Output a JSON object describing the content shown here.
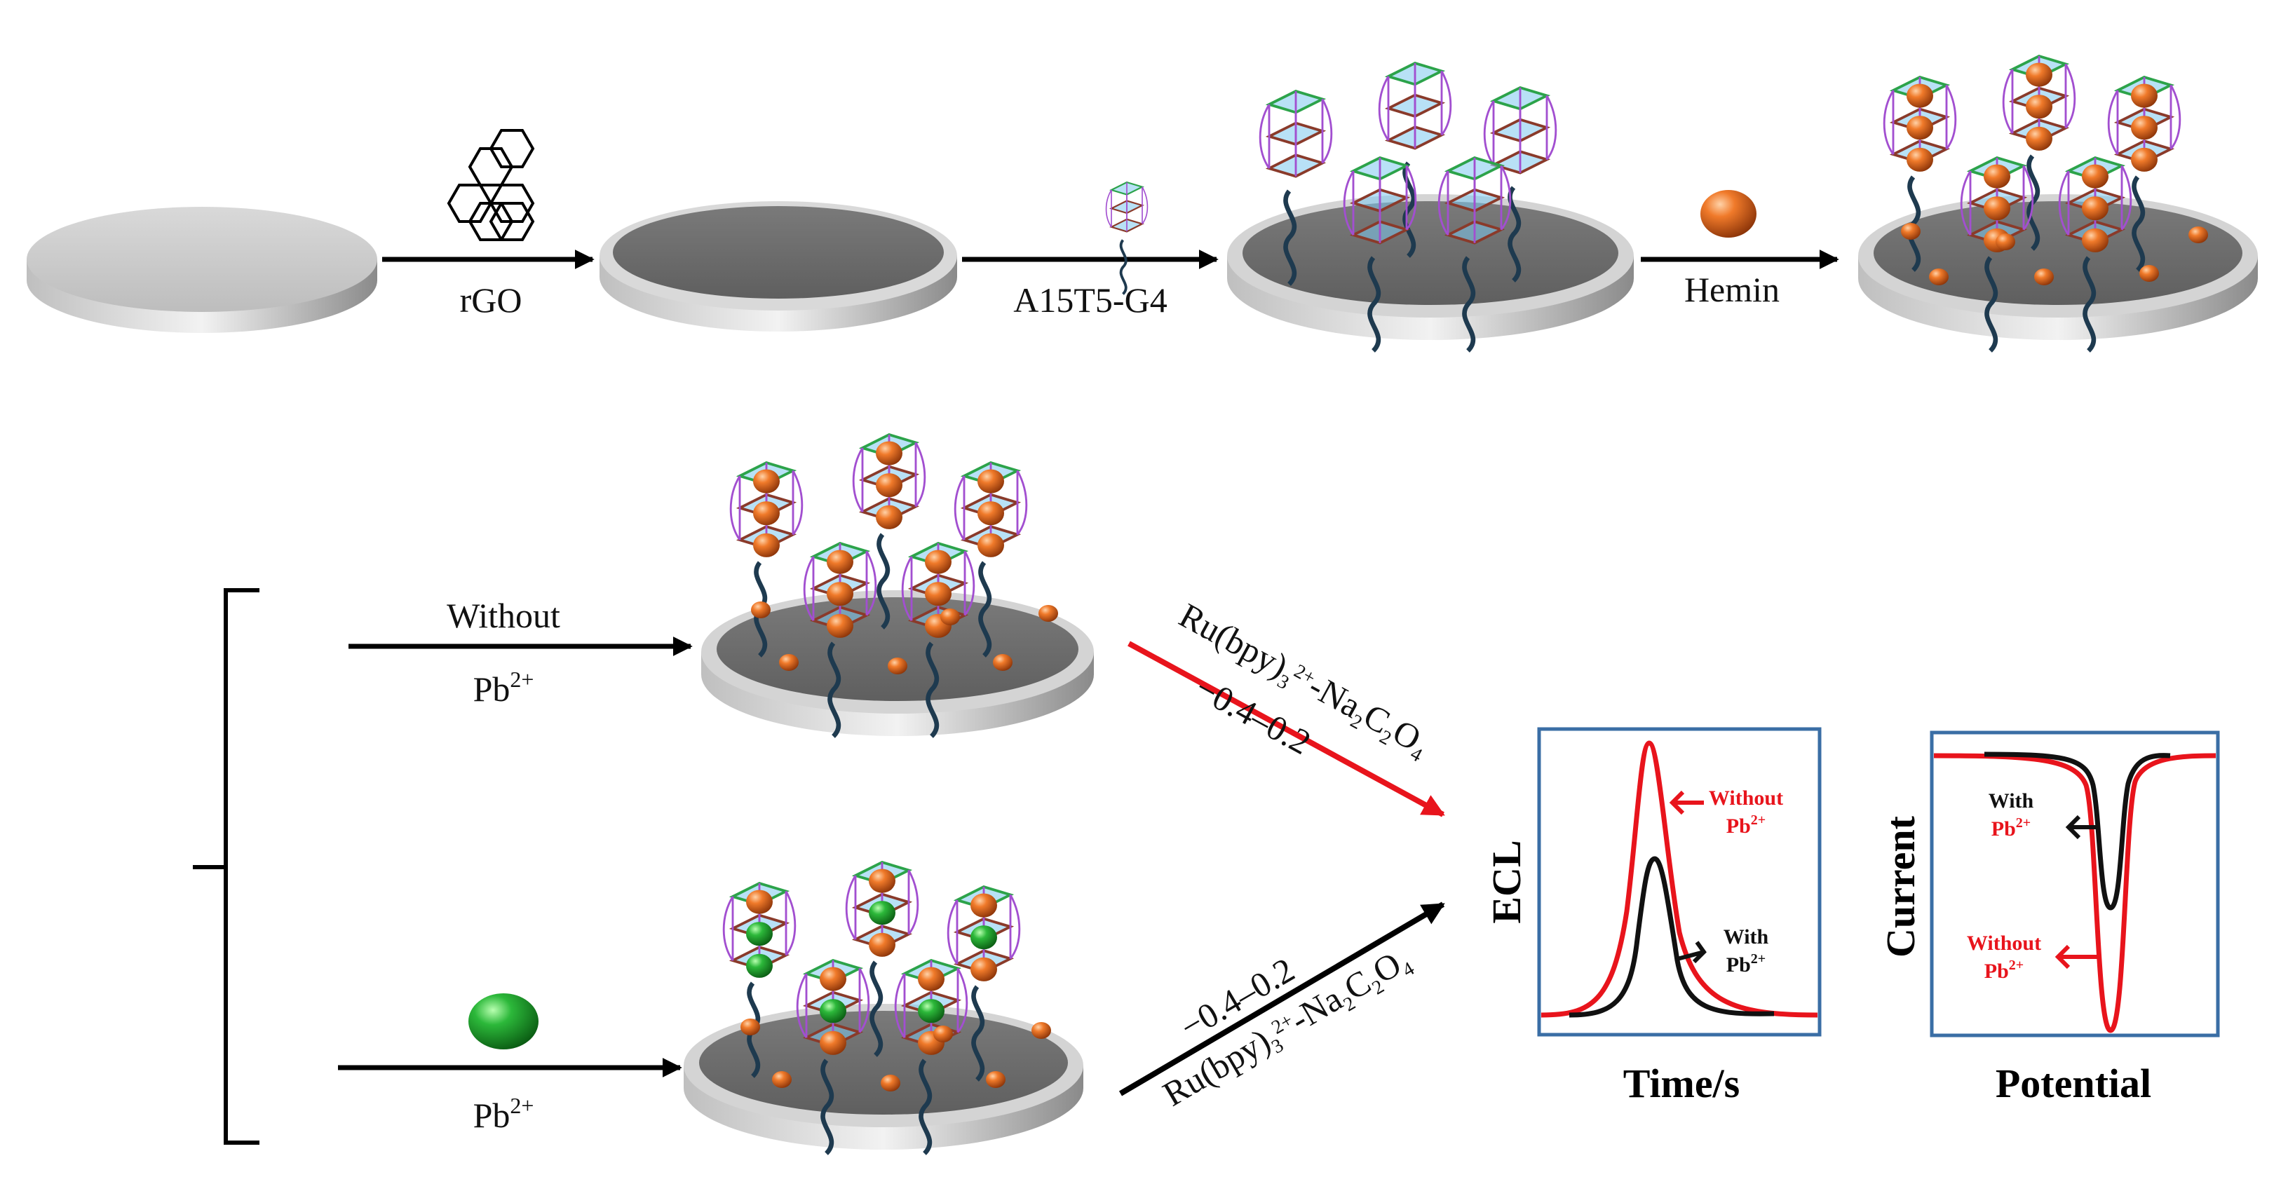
{
  "steps": {
    "rgo_label": "rGO",
    "aptamer_label": "A15T5-G4",
    "hemin_label": "Hemin"
  },
  "branches": {
    "without_top": "Without",
    "without_bottom": "Pb",
    "with_bottom": "Pb",
    "charge": "2+"
  },
  "reagent": {
    "ru_prefix": "Ru(bpy)",
    "sub3": "3",
    "sup2": "2+",
    "na_part": "-Na",
    "sub2": "2",
    "c_part": "C",
    "o_part": "O",
    "sub4": "4",
    "potential": "−0.4–0.2"
  },
  "ecl_plot": {
    "ylabel": "ECL",
    "xlabel": "Time/s",
    "without_line1": "Without",
    "with_line1": "With",
    "pb": "Pb",
    "charge": "2+"
  },
  "cv_plot": {
    "ylabel": "Current",
    "xlabel": "Potential",
    "with_line1": "With",
    "without_line1": "Without",
    "pb": "Pb",
    "charge": "2+"
  },
  "colors": {
    "red_curve": "#e8141c",
    "black_curve": "#111111",
    "hemin": "#e0661e",
    "lead": "#1e9b2a",
    "plot_border": "#3a6ea5"
  }
}
